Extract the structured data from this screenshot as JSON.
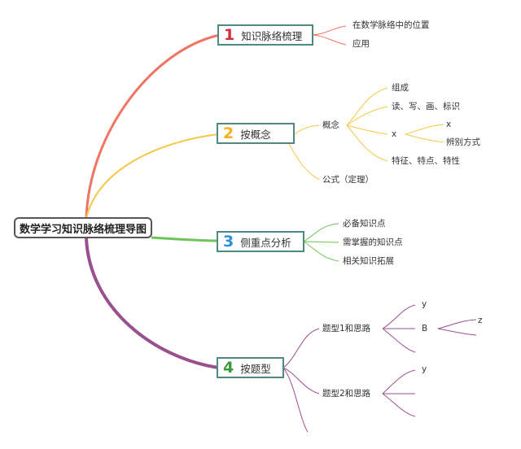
{
  "root": {
    "label": "数学学习知识脉络梳理导图"
  },
  "branches": [
    {
      "number": "1",
      "label": "知识脉络梳理",
      "color": "#f07462",
      "num_color": "#d42e42",
      "children": [
        "在数学脉络中的位置",
        "应用"
      ]
    },
    {
      "number": "2",
      "label": "按概念",
      "color": "#f5c747",
      "num_color": "#f3b21c",
      "children": [
        {
          "label": "概念",
          "children": [
            "组成",
            "读、写、画、标识",
            {
              "label": "x",
              "children": [
                "x",
                "辨别方式"
              ]
            },
            "特征、特点、特性"
          ]
        },
        "公式（定理）"
      ]
    },
    {
      "number": "3",
      "label": "侧重点分析",
      "color": "#6cc45a",
      "num_color": "#2f8fd8",
      "children": [
        "必备知识点",
        "需掌握的知识点",
        "相关知识拓展"
      ]
    },
    {
      "number": "4",
      "label": "按题型",
      "color": "#9a4f8e",
      "num_color": "#3a9a3e",
      "children": [
        {
          "label": "题型1和思路",
          "children": [
            "y",
            {
              "label": "B",
              "children": [
                "z"
              ]
            }
          ]
        },
        {
          "label": "题型2和思路",
          "children": [
            "y"
          ]
        }
      ]
    }
  ]
}
